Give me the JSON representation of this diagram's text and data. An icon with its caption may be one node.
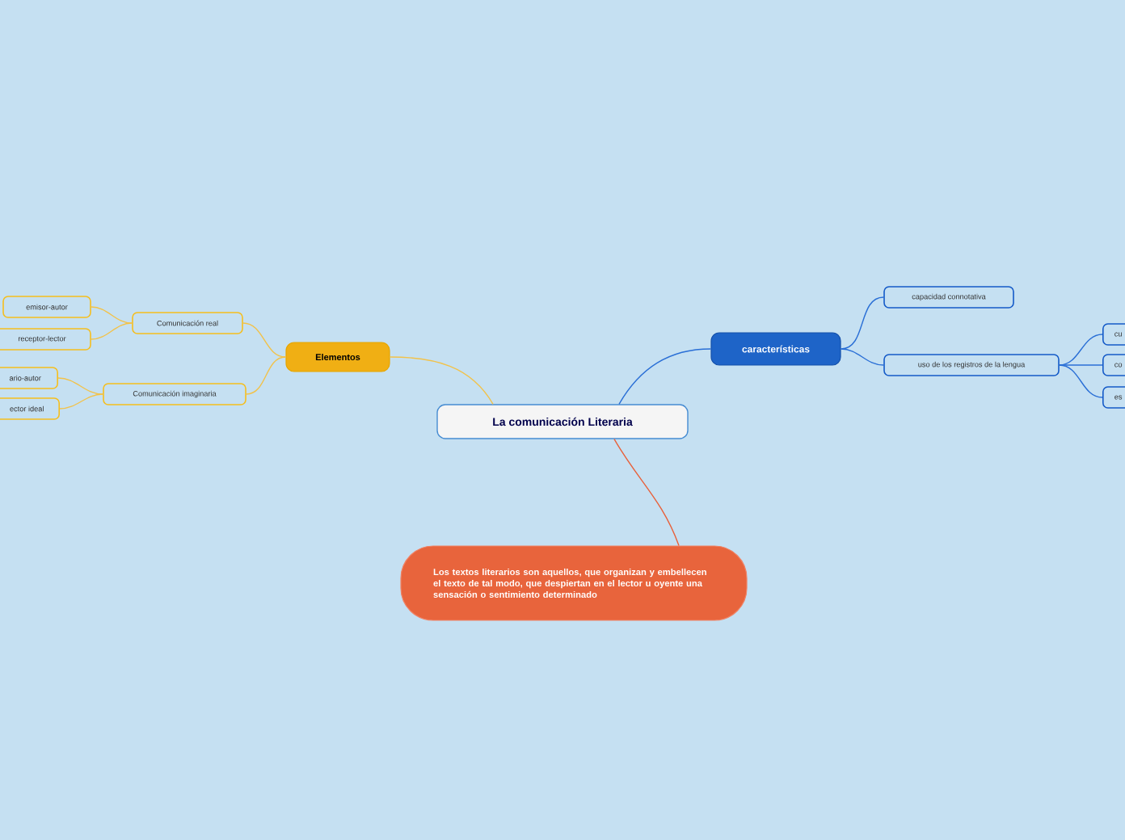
{
  "diagram": {
    "nodes": [
      {
        "text": [
          "La comunicación Literaria"
        ]
      },
      {
        "text": [
          "Elementos"
        ]
      },
      {
        "text": [
          "Comunicación real"
        ]
      },
      {
        "text": [
          "emisor-autor"
        ]
      },
      {
        "text": [
          "receptor-lector"
        ]
      },
      {
        "text": [
          "Comunicación imaginaria"
        ]
      },
      {
        "text": [
          "ario-autor"
        ]
      },
      {
        "text": [
          "ector ideal"
        ]
      },
      {
        "text": [
          "características"
        ]
      },
      {
        "text": [
          "capacidad connotativa"
        ]
      },
      {
        "text": [
          "uso de los registros de la lengua"
        ]
      },
      {
        "text": [
          "cu"
        ]
      },
      {
        "text": [
          "co"
        ]
      },
      {
        "text": [
          "es"
        ]
      },
      {
        "text": [
          "Los textos literarios son aquellos, que organizan y embellecen el texto de tal modo, que despiertan en el lector u oyente una sensación o sentimiento determinado"
        ]
      }
    ],
    "edges": [
      {
        "from": 0,
        "to": 1,
        "arrow": "none"
      },
      {
        "from": 1,
        "to": 2,
        "arrow": "none"
      },
      {
        "from": 2,
        "to": 3,
        "arrow": "none"
      },
      {
        "from": 2,
        "to": 4,
        "arrow": "none"
      },
      {
        "from": 1,
        "to": 5,
        "arrow": "none"
      },
      {
        "from": 5,
        "to": 6,
        "arrow": "none"
      },
      {
        "from": 5,
        "to": 7,
        "arrow": "none"
      },
      {
        "from": 0,
        "to": 8,
        "arrow": "none",
        "color": "#2a6fd6"
      },
      {
        "from": 8,
        "to": 9,
        "arrow": "none",
        "color": "#2a6fd6"
      },
      {
        "from": 8,
        "to": 10,
        "arrow": "none",
        "color": "#2a6fd6"
      },
      {
        "from": 10,
        "to": 11,
        "arrow": "none",
        "color": "#2a6fd6"
      },
      {
        "from": 10,
        "to": 12,
        "arrow": "none",
        "color": "#2a6fd6"
      },
      {
        "from": 10,
        "to": 13,
        "arrow": "none",
        "color": "#2a6fd6"
      },
      {
        "from": 0,
        "to": 14,
        "arrow": "none",
        "color": "#e8603a"
      }
    ]
  }
}
